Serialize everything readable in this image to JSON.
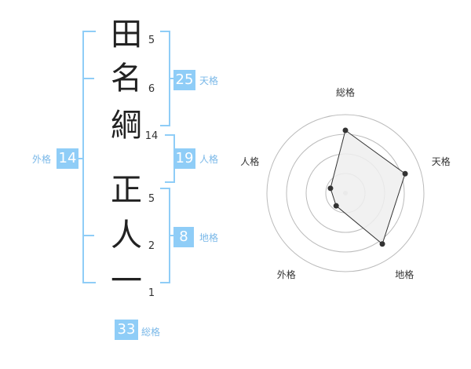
{
  "surname": [
    {
      "char": "田",
      "strokes": "5"
    },
    {
      "char": "名",
      "strokes": "6"
    },
    {
      "char": "綱",
      "strokes": "14"
    }
  ],
  "given": [
    {
      "char": "正",
      "strokes": "5"
    },
    {
      "char": "人",
      "strokes": "2"
    },
    {
      "char": "一",
      "strokes": "1"
    }
  ],
  "kaku": {
    "tenkaku": {
      "value": "25",
      "label": "天格"
    },
    "jinkaku": {
      "value": "19",
      "label": "人格"
    },
    "chikaku": {
      "value": "8",
      "label": "地格"
    },
    "gaikaku": {
      "value": "14",
      "label": "外格"
    },
    "soukaku": {
      "value": "33",
      "label": "総格"
    }
  },
  "chart_data": {
    "type": "radar",
    "axes": [
      "総格",
      "天格",
      "地格",
      "外格",
      "人格"
    ],
    "values": [
      4,
      4,
      4,
      1,
      1
    ],
    "max": 5,
    "rings": 4,
    "colors": {
      "fill": "#efefef",
      "line": "#333333",
      "ring": "#bbbbbb",
      "bracket": "#8fcdf7"
    }
  }
}
